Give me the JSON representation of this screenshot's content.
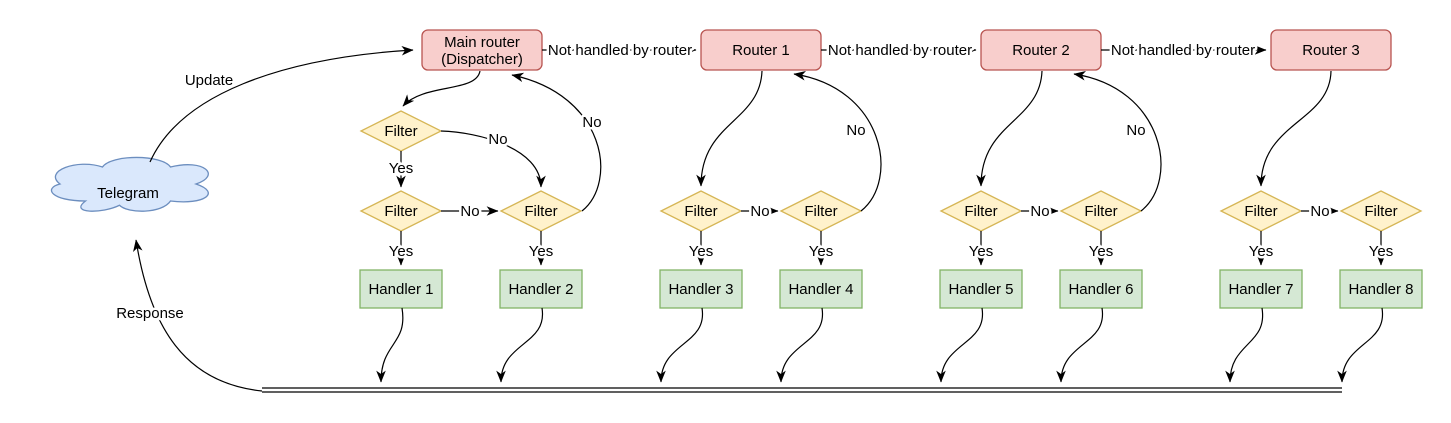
{
  "diagram": {
    "cloud": {
      "label": "Telegram"
    },
    "edge_labels": {
      "update": "Update",
      "response": "Response",
      "not_handled": "Not handled by router",
      "yes": "Yes",
      "no": "No"
    },
    "nodes": {
      "dispatcher_line1": "Main router",
      "dispatcher_line2": "(Dispatcher)",
      "router_1": "Router 1",
      "router_2": "Router 2",
      "router_3": "Router 3",
      "filter": "Filter"
    },
    "handlers": [
      "Handler 1",
      "Handler 2",
      "Handler 3",
      "Handler 4",
      "Handler 5",
      "Handler 6",
      "Handler 7",
      "Handler 8"
    ],
    "colors": {
      "cloud_fill": "#dae8fc",
      "cloud_stroke": "#6c8ebf",
      "router_fill": "#f8cecc",
      "router_stroke": "#b85450",
      "filter_fill": "#fff2cc",
      "filter_stroke": "#d6b656",
      "handler_fill": "#d5e8d4",
      "handler_stroke": "#82b366",
      "edge_stroke": "#000000",
      "text": "#000000"
    }
  }
}
